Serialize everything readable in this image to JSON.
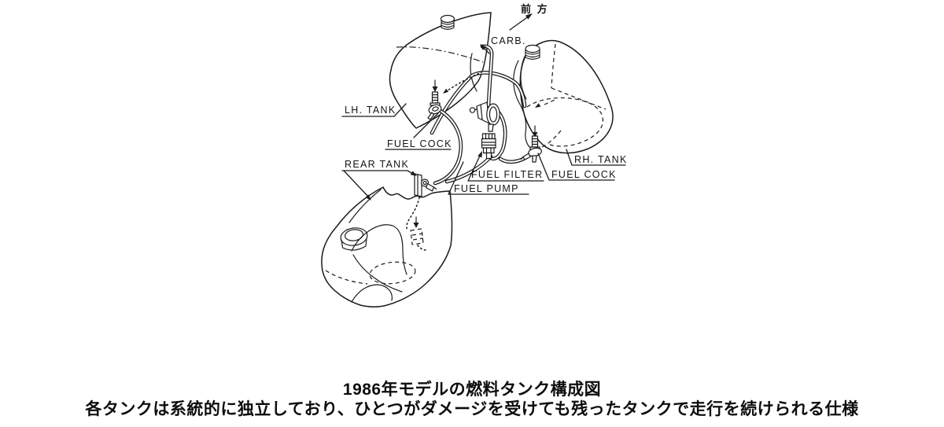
{
  "figure": {
    "direction_label": "前 方",
    "labels": {
      "carb": "CARB.",
      "lh_tank": "LH. TANK",
      "fuel_cock_left": "FUEL COCK",
      "rear_tank": "REAR TANK",
      "fuel_filter": "FUEL FILTER",
      "fuel_pump": "FUEL PUMP",
      "rh_tank": "RH. TANK",
      "fuel_cock_right": "FUEL COCK"
    }
  },
  "caption": {
    "line1": "1986年モデルの燃料タンク構成図",
    "line2": "各タンクは系統的に独立しており、ひとつがダメージを受けても残ったタンクで走行を続けられる仕様"
  }
}
